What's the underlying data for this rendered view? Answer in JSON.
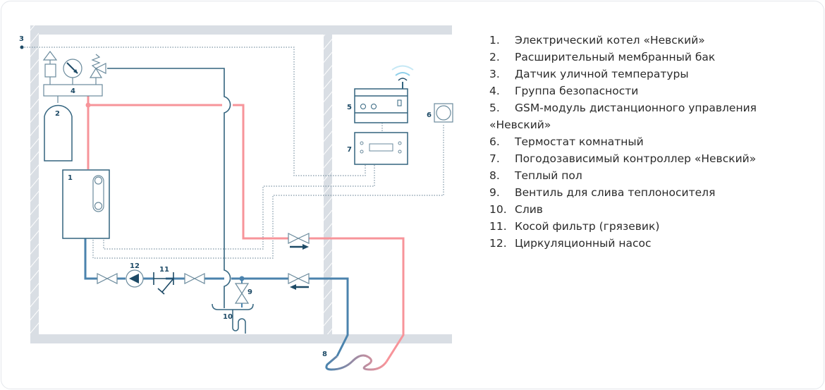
{
  "colors": {
    "wall": "#d9dee4",
    "pipe_supply": "#f7949a",
    "pipe_return": "#4b83ad",
    "outline": "#33647f",
    "signal": "#7d95a5",
    "wifi": "#8fd0ea"
  },
  "diagram": {
    "labels": {
      "boiler": "1",
      "tank": "2",
      "sensor": "3",
      "safety_group": "4",
      "gsm": "5",
      "thermostat": "6",
      "controller": "7",
      "floor": "8",
      "drain_valve": "9",
      "drain": "10",
      "filter": "11",
      "pump": "12"
    },
    "icons": {
      "boiler": "electric-boiler-icon",
      "tank": "expansion-tank-icon",
      "pump": "circulation-pump-icon",
      "filter": "strainer-filter-icon",
      "valve": "ball-valve-icon",
      "gsm": "gsm-module-icon",
      "wifi": "wifi-signal-icon",
      "controller": "controller-icon",
      "thermostat": "room-thermostat-icon"
    }
  },
  "legend": {
    "items": [
      {
        "num": "1.",
        "text": "Электрический котел «Невский»"
      },
      {
        "num": "2.",
        "text": "Расширительный мембранный бак"
      },
      {
        "num": "3.",
        "text": "Датчик уличной температуры"
      },
      {
        "num": "4.",
        "text": "Группа безопасности"
      },
      {
        "num": "5.",
        "text": "GSM-модуль дистанционного управления",
        "continuation": "«Невский»"
      },
      {
        "num": "6.",
        "text": "Термостат комнатный"
      },
      {
        "num": "7.",
        "text": "Погодозависимый контроллер «Невский»"
      },
      {
        "num": "8.",
        "text": "Теплый пол"
      },
      {
        "num": "9.",
        "text": "Вентиль для слива теплоносителя"
      },
      {
        "num": "10.",
        "text": "Слив"
      },
      {
        "num": "11.",
        "text": "Косой фильтр (грязевик)"
      },
      {
        "num": "12.",
        "text": "Циркуляционный насос"
      }
    ]
  }
}
